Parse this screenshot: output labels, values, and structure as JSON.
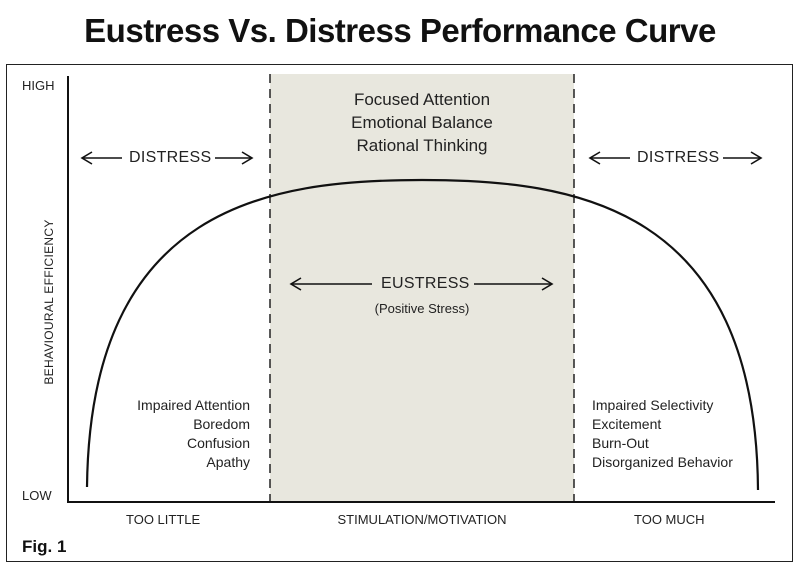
{
  "title": "Eustress Vs. Distress Performance Curve",
  "y_axis": {
    "label": "BEHAVIOURAL EFFICIENCY",
    "high": "HIGH",
    "low": "LOW"
  },
  "x_axis": {
    "left": "TOO LITTLE",
    "center": "STIMULATION/MOTIVATION",
    "right": "TOO MUCH"
  },
  "center_zone": {
    "lines": [
      "Focused Attention",
      "Emotional Balance",
      "Rational Thinking"
    ],
    "arrow_label": "EUSTRESS",
    "sub_label": "(Positive Stress)",
    "shade_color": "#e8e7de"
  },
  "left_zone": {
    "arrow_label": "DISTRESS",
    "symptoms": [
      "Impaired Attention",
      "Boredom",
      "Confusion",
      "Apathy"
    ]
  },
  "right_zone": {
    "arrow_label": "DISTRESS",
    "symptoms": [
      "Impaired Selectivity",
      "Excitement",
      "Burn-Out",
      "Disorganized Behavior"
    ]
  },
  "figure_label": "Fig. 1"
}
